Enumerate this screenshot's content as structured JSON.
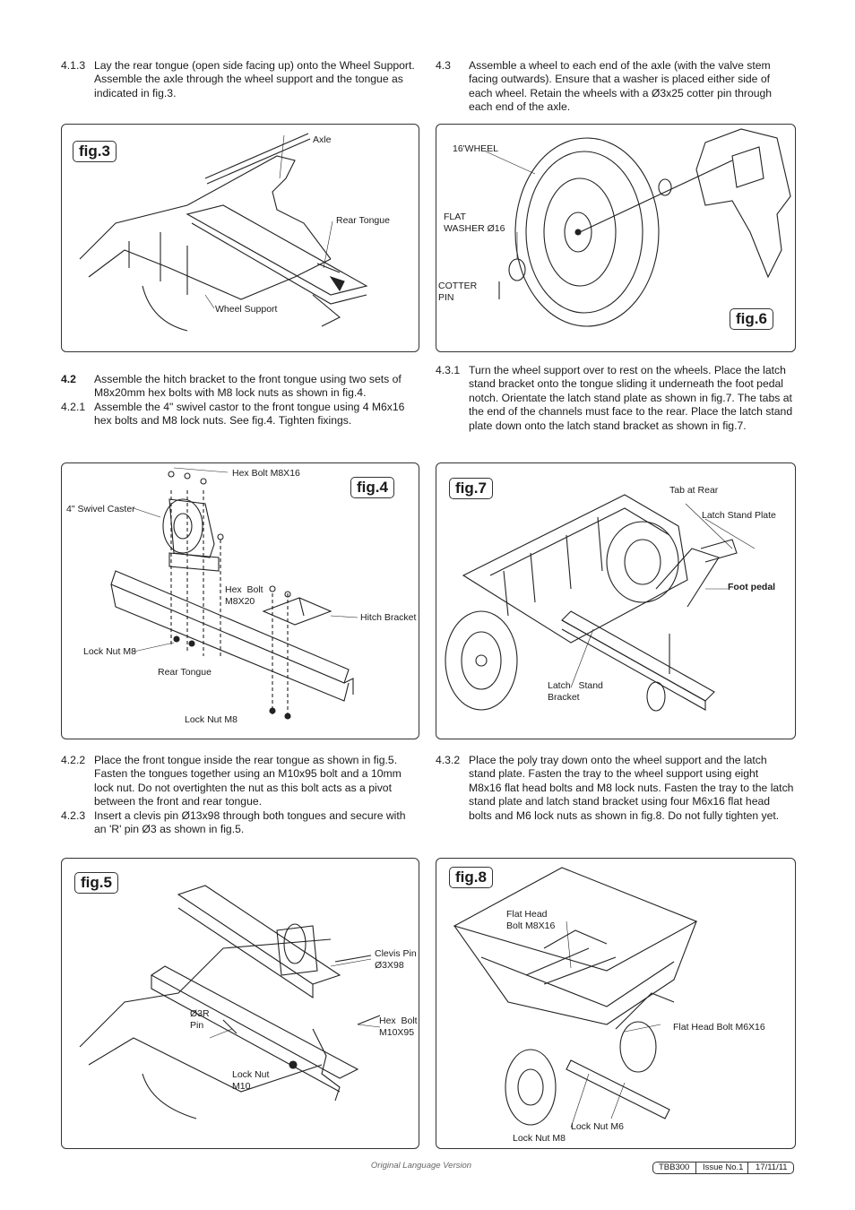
{
  "left_column": {
    "p_4_1_3": {
      "num": "4.1.3",
      "text": "Lay the rear tongue (open side facing up) onto the Wheel Support. Assemble the axle through the wheel support and the tongue as indicated in fig.3."
    },
    "p_4_2": {
      "num": "4.2",
      "text": "Assemble the hitch bracket to the front tongue using two sets of M8x20mm hex bolts with   M8 lock nuts as shown in fig.4."
    },
    "p_4_2_1": {
      "num": "4.2.1",
      "text": "Assemble the 4\" swivel castor to the front tongue using 4 M6x16 hex bolts and M8 lock nuts. See fig.4. Tighten fixings."
    },
    "p_4_2_2": {
      "num": "4.2.2",
      "text": "Place the front tongue inside the rear tongue as shown in fig.5. Fasten the tongues together using an M10x95 bolt and a 10mm lock nut. Do not overtighten the nut as this bolt acts as a pivot between the front and rear tongue."
    },
    "p_4_2_3": {
      "num": "4.2.3",
      "text": "Insert a clevis pin Ø13x98 through both tongues and secure with an 'R' pin Ø3 as shown in fig.5."
    }
  },
  "right_column": {
    "p_4_3": {
      "num": "4.3",
      "text": "Assemble a wheel to each end of the axle (with the valve stem facing outwards). Ensure that a washer is placed either side of each wheel. Retain the wheels with a  Ø3x25 cotter pin through each end of the axle."
    },
    "p_4_3_1": {
      "num": "4.3.1",
      "text": "Turn the wheel support over to rest on the wheels. Place the latch stand bracket onto the tongue sliding it underneath the foot pedal notch. Orientate the latch stand plate as shown in fig.7. The tabs at the end of the channels must face to the rear. Place the latch stand plate down onto the latch stand bracket as shown in fig.7."
    },
    "p_4_3_2": {
      "num": "4.3.2",
      "text": "Place the poly tray down onto the wheel support and the latch stand plate. Fasten the tray to the wheel support using eight M8x16 flat head bolts and M8 lock nuts. Fasten the tray to the latch stand plate and latch stand bracket using four M6x16 flat head bolts and M6 lock nuts as shown in fig.8. Do not fully tighten yet."
    }
  },
  "figures": {
    "fig3": {
      "label": "fig.3",
      "callouts": {
        "axle": "Axle",
        "rear_tongue": "Rear Tongue",
        "wheel_support": "Wheel Support"
      }
    },
    "fig6": {
      "label": "fig.6",
      "callouts": {
        "wheel": "16'WHEEL",
        "washer": "FLAT\nWASHER Ø16",
        "cotter": "COTTER\nPIN"
      }
    },
    "fig4": {
      "label": "fig.4",
      "callouts": {
        "hex_top": "Hex Bolt M8X16",
        "caster": "4\" Swivel Caster",
        "hex_mid": "Hex  Bolt\nM8X20",
        "hitch": "Hitch Bracket",
        "locknut1": "Lock Nut M8",
        "rear_tongue": "Rear Tongue",
        "locknut2": "Lock Nut M8"
      }
    },
    "fig7": {
      "label": "fig.7",
      "callouts": {
        "tab": "Tab at Rear",
        "plate": "Latch Stand Plate",
        "pedal": "Foot pedal",
        "bracket": "Latch   Stand\nBracket"
      }
    },
    "fig5": {
      "label": "fig.5",
      "callouts": {
        "clevis": "Clevis Pin\nØ3X98",
        "rpin": "Ø3R\nPin",
        "hexbolt": "Hex  Bolt\nM10X95",
        "locknut": "Lock Nut\nM10"
      }
    },
    "fig8": {
      "label": "fig.8",
      "callouts": {
        "flat8": "Flat Head\nBolt M8X16",
        "flat6": "Flat Head Bolt M6X16",
        "lock6": "Lock Nut M6",
        "lock8": "Lock Nut M8"
      }
    }
  },
  "footer": {
    "center": "Original Language Version",
    "model": "TBB300",
    "issue": "Issue No.1",
    "date": "17/11/11"
  }
}
